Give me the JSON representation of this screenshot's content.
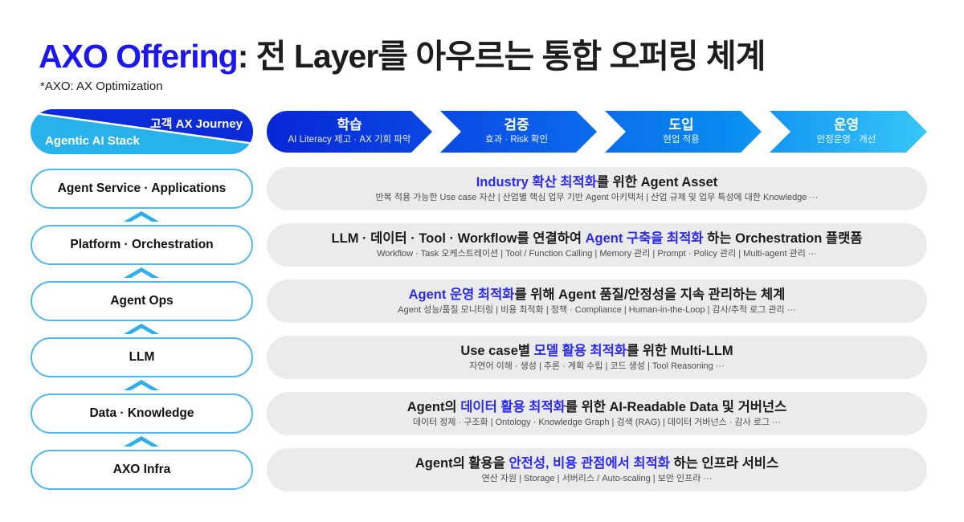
{
  "slide": {
    "title_accent": "AXO Offering",
    "title_rest": ": 전 Layer를 아우르는 통합 오퍼링 체계",
    "subtitle": "*AXO: AX Optimization"
  },
  "matrix_header": {
    "journey_label": "고객 AX Journey",
    "stack_label": "Agentic AI Stack"
  },
  "journey_stages": [
    {
      "name": "학습",
      "desc": "AI Literacy 제고 · AX 기회 파악"
    },
    {
      "name": "검증",
      "desc": "효과 · Risk 확인"
    },
    {
      "name": "도입",
      "desc": "현업 적용"
    },
    {
      "name": "운영",
      "desc": "안정운영 · 개선"
    }
  ],
  "stack_layers": [
    "Agent Service · Applications",
    "Platform · Orchestration",
    "Agent Ops",
    "LLM",
    "Data · Knowledge",
    "AXO Infra"
  ],
  "rows": [
    {
      "title_pre": "",
      "title_blue": "Industry 확산 최적화",
      "title_post": "를 위한 Agent Asset",
      "sub": "반복 적용 가능한 Use case 자산  |  산업별 핵심 업무 기반 Agent 아키텍처  |  산업 규제 및 업무 특성에 대한 Knowledge ···"
    },
    {
      "title_pre": "LLM · 데이터 · Tool · Workflow를 연결하여 ",
      "title_blue": "Agent 구축을 최적화",
      "title_post": " 하는 Orchestration 플랫폼",
      "sub": "Workflow · Task 오케스트레이션  |  Tool / Function Calling  |  Memory 관리  |  Prompt · Policy 관리  |  Multi-agent 관리 ···"
    },
    {
      "title_pre": "",
      "title_blue": "Agent 운영 최적화",
      "title_post": "를 위해 Agent 품질/안정성을 지속 관리하는 체계",
      "sub": "Agent 성능/품질 모니터링  |  비용 최적화  |  정책 · Compliance  |  Human-in-the-Loop  |  감사/추적 로그 관리 ···"
    },
    {
      "title_pre": "Use case별 ",
      "title_blue": "모델 활용 최적화",
      "title_post": "를 위한 Multi-LLM",
      "sub": "자연어 이해 · 생성  |  추론 · 계획 수립  |  코드 생성  |  Tool Reasoning ···"
    },
    {
      "title_pre": "Agent의 ",
      "title_blue": "데이터 활용 최적화",
      "title_post": "를 위한 AI-Readable Data 및 거버넌스",
      "sub": "데이터 정제 · 구조화  |  Ontology · Knowledge Graph  |  검색 (RAG)  |  데이터 거버넌스 · 감사 로그 ···"
    },
    {
      "title_pre": "Agent의 활용을 ",
      "title_blue": "안전성, 비용 관점에서 최적화",
      "title_post": " 하는 인프라 서비스",
      "sub": "연산 자원  |  Storage  |  서버리스 / Auto-scaling  |  보안 인프라 ···"
    }
  ],
  "colors": {
    "title_accent_blue": "#1C17EE",
    "row_highlight_blue": "#2A2AF2",
    "journey_gradient_start": "#0726D6",
    "journey_gradient_end": "#38C6F8",
    "header_dark_blue": "#0B2BD9",
    "header_light_blue": "#29B1EC",
    "stack_border_blue": "#4FB7EE",
    "row_background": "#EBEBEB"
  }
}
